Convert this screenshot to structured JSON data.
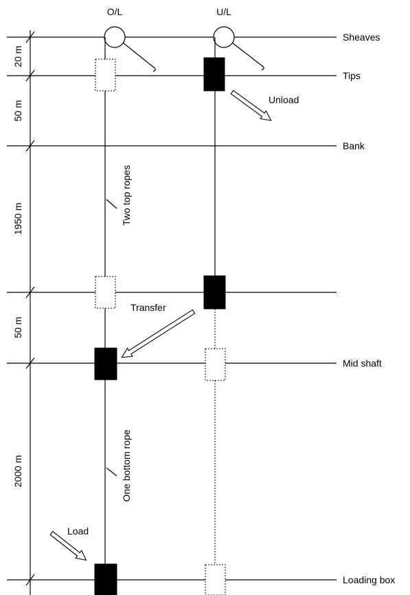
{
  "columns": {
    "left": "O/L",
    "right": "U/L"
  },
  "levels": {
    "sheaves": "Sheaves",
    "tips": "Tips",
    "bank": "Bank",
    "mid_shaft": "Mid shaft",
    "loading_box": "Loading box"
  },
  "dimensions": {
    "d1": "20 m",
    "d2": "50 m",
    "d3": "1950 m",
    "d4": "50 m",
    "d5": "2000 m"
  },
  "annotations": {
    "unload": "Unload",
    "transfer": "Transfer",
    "load": "Load",
    "two_top_ropes": "Two top ropes",
    "one_bottom_rope": "One bottom rope"
  }
}
